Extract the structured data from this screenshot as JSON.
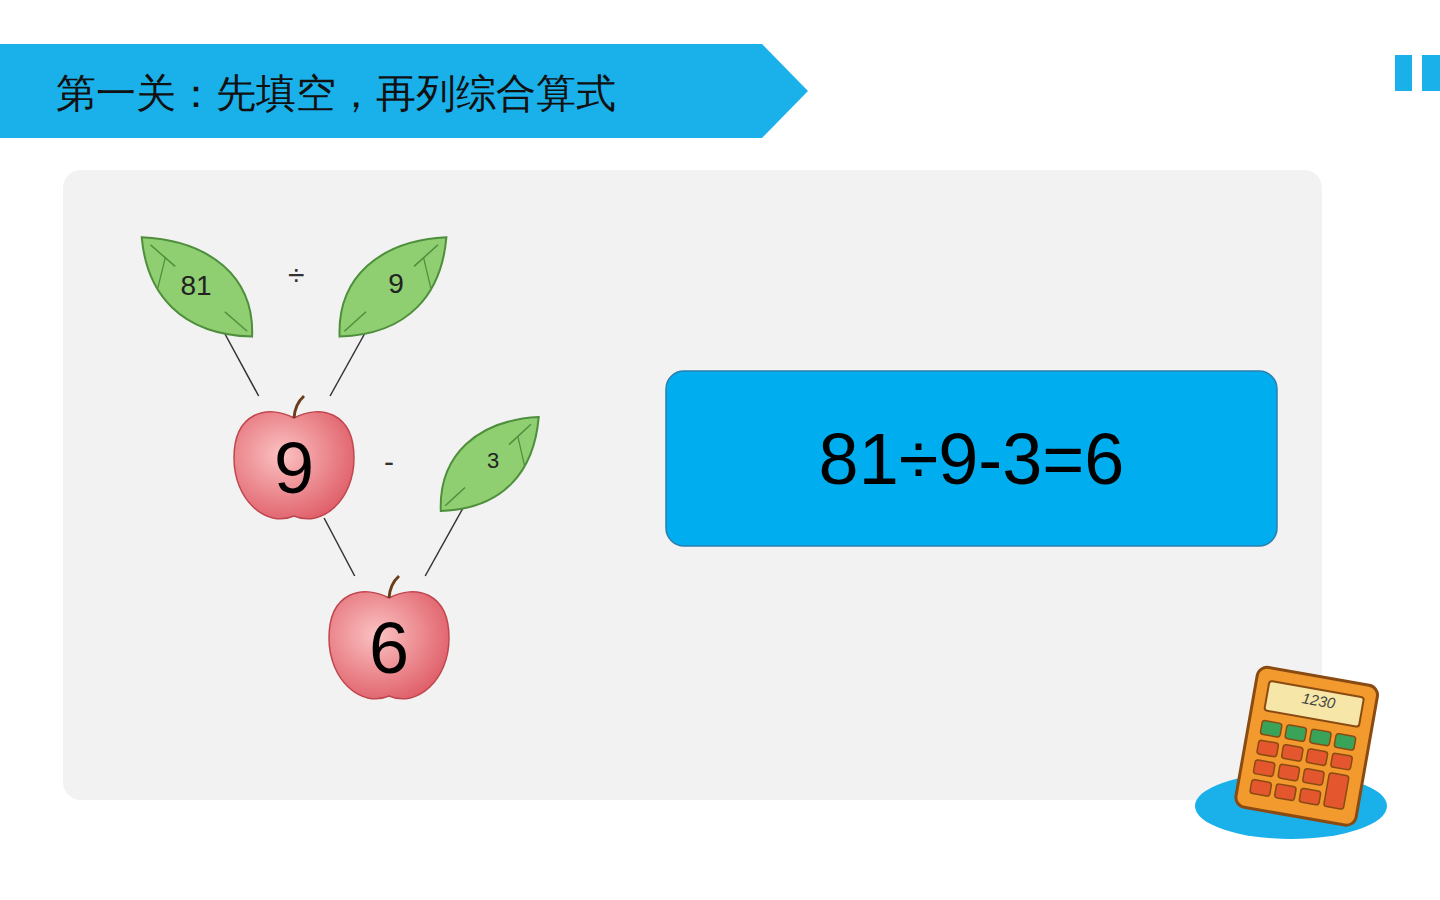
{
  "diagram": {
    "title": "第一关：先填空，再列综合算式",
    "nodes": [
      {
        "text": [
          "81"
        ]
      },
      {
        "text": [
          "9"
        ]
      },
      {
        "text": [
          "9"
        ]
      },
      {
        "text": [
          "3"
        ]
      },
      {
        "text": [
          "6"
        ]
      },
      {
        "text": [
          "81÷9-3=6"
        ]
      }
    ],
    "edges": [
      {
        "from": 0,
        "to": 2,
        "arrow": "none"
      },
      {
        "from": 1,
        "to": 2,
        "arrow": "none"
      },
      {
        "from": 2,
        "to": 4,
        "arrow": "none"
      },
      {
        "from": 3,
        "to": 4,
        "arrow": "none"
      }
    ],
    "labels": [
      "÷",
      "-",
      "1230"
    ]
  }
}
